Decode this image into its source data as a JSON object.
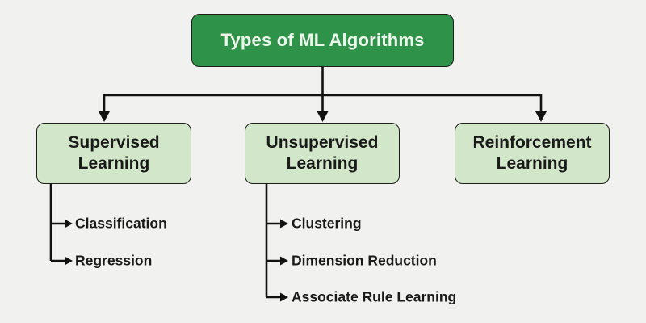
{
  "diagram": {
    "title": "Types of ML Algorithms",
    "branches": [
      {
        "label": "Supervised Learning",
        "children": [
          "Classification",
          "Regression"
        ]
      },
      {
        "label": "Unsupervised Learning",
        "children": [
          "Clustering",
          "Dimension Reduction",
          "Associate Rule Learning"
        ]
      },
      {
        "label": "Reinforcement Learning",
        "children": []
      }
    ],
    "colors": {
      "background": "#f1f1ef",
      "root_fill": "#2e9248",
      "root_text": "#ecf6ec",
      "branch_fill": "#d2e7c9",
      "branch_border": "#1d1d1b",
      "text": "#1a1a1a",
      "line": "#121212"
    }
  }
}
